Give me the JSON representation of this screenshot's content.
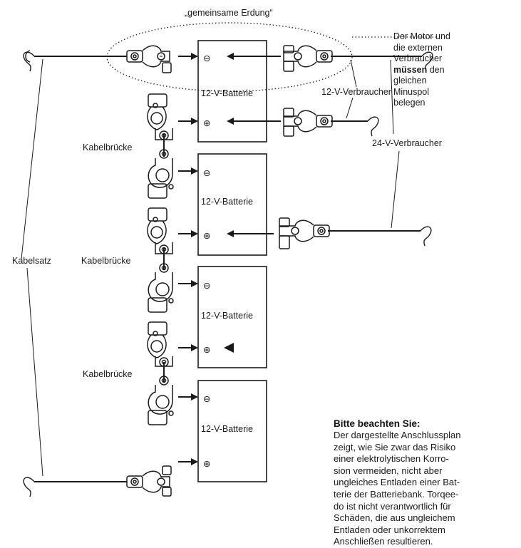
{
  "labels": {
    "common_ground": "„gemeinsame Erdung“",
    "battery": "12-V-Batterie",
    "consumer_12v": "12-V-Verbraucher",
    "consumer_24v": "24-V-Verbraucher",
    "bridge": "Kabelbrücke",
    "harness": "Kabelsatz",
    "minus": "⊖",
    "plus": "⊕"
  },
  "side_note": {
    "line1": "Der Motor und",
    "line2": "die externen",
    "line3": "Verbraucher",
    "line4_bold": "müssen",
    "line4_rest": " den",
    "line5": "gleichen",
    "line6": "Minuspol",
    "line7": "belegen"
  },
  "notice": {
    "title": "Bitte beachten Sie:",
    "lines": [
      "Der dargestellte Anschlussplan",
      "zeigt, wie Sie zwar das Risiko",
      "einer elektrolytischen Korro-",
      "sion vermeiden, nicht aber",
      "ungleiches Entladen einer Bat-",
      "terie der Batteriebank. Torqee-",
      "do ist nicht verantwortlich für",
      "Schäden, die aus ungleichem",
      "Entladen oder unkorrektem",
      "Anschließen resultieren."
    ]
  },
  "colors": {
    "line": "#1a1a1a",
    "background": "#ffffff"
  }
}
